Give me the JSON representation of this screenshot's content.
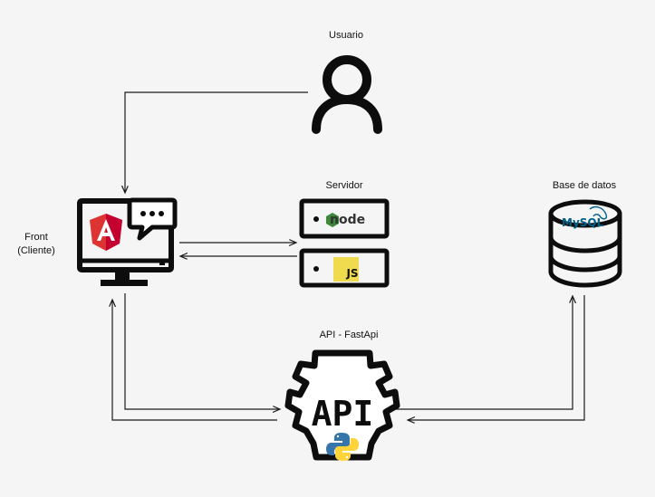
{
  "nodes": {
    "user": {
      "label": "Usuario",
      "icon": "user-icon"
    },
    "front": {
      "label_line1": "Front",
      "label_line2": "(Cliente)",
      "icon": "monitor-angular-icon",
      "badge_icon": "chat-bubble-icon"
    },
    "server": {
      "label": "Servidor",
      "icon": "server-icon",
      "top_logo": "node",
      "bottom_logo": "JS"
    },
    "database": {
      "label": "Base de datos",
      "icon": "database-icon",
      "logo": "MySQL"
    },
    "api": {
      "label": "API - FastApi",
      "icon": "gear-api-icon",
      "logo": "API",
      "sub_icon": "python-icon"
    }
  },
  "colors": {
    "line": "#1a1a1a",
    "background": "#f5f5f5",
    "angular_red": "#dd3333",
    "node_green": "#3c873a",
    "js_yellow": "#f0db4f",
    "mysql_blue": "#00618a",
    "python_blue": "#3776ab",
    "python_yellow": "#ffd43b"
  }
}
